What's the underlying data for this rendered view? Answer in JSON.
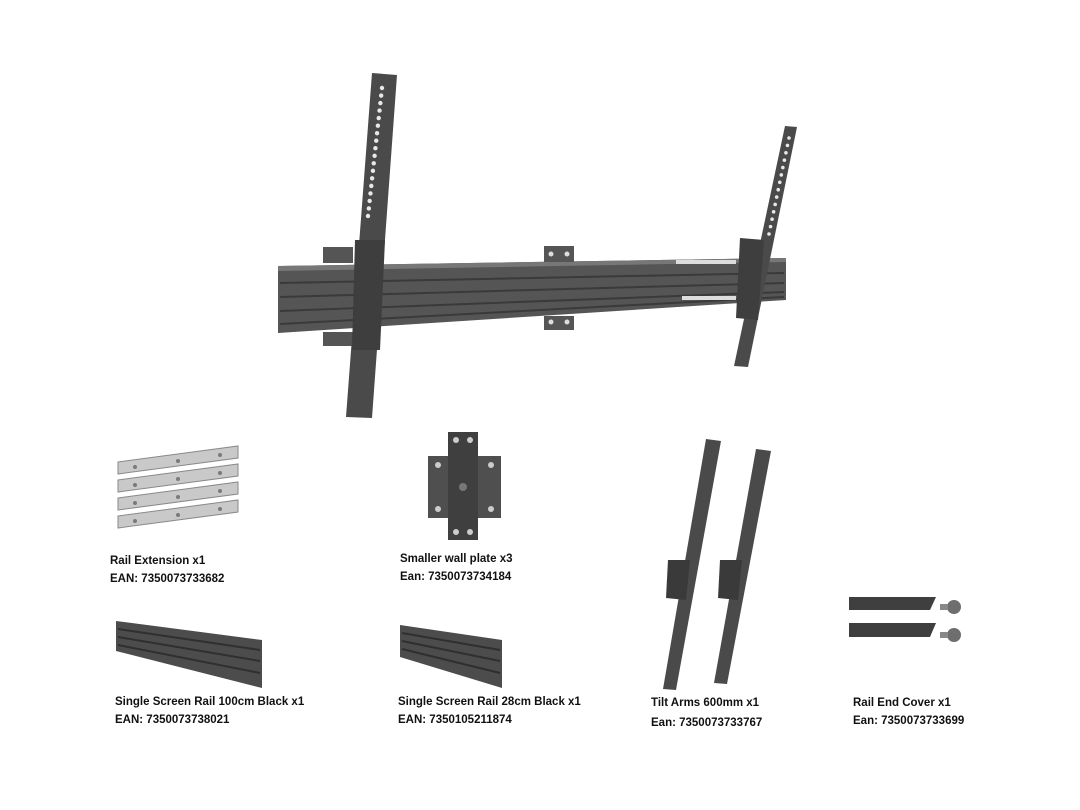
{
  "products": [
    {
      "name": "Rail Extension x1",
      "ean": "EAN: 7350073733682"
    },
    {
      "name": "Smaller wall plate x3",
      "ean": "Ean:  7350073734184"
    },
    {
      "name": "Single Screen Rail 100cm Black x1",
      "ean": "EAN: 7350073738021"
    },
    {
      "name": "Single Screen Rail 28cm Black x1",
      "ean": "EAN: 7350105211874"
    },
    {
      "name": "Tilt Arms 600mm x1",
      "ean": "Ean: 7350073733767"
    },
    {
      "name": "Rail End Cover x1",
      "ean": "Ean:  7350073733699"
    }
  ],
  "colors": {
    "metal_dark": "#4a4a4a",
    "metal_mid": "#6b6b6b",
    "silver": "#c8c8c8",
    "background": "#ffffff"
  }
}
